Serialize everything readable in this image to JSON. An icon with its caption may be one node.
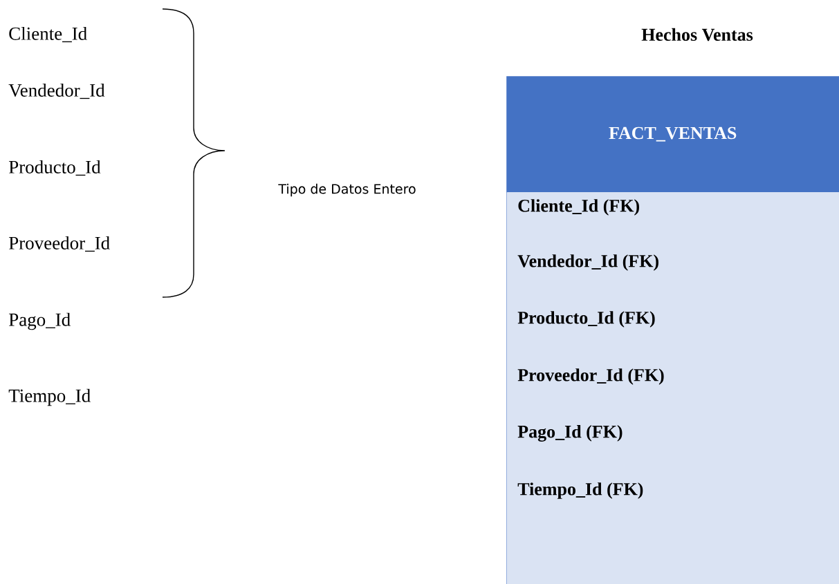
{
  "diagram": {
    "title": "Hechos Ventas",
    "nodes": [
      {
        "text": [
          "FACT_VENTAS"
        ]
      },
      {
        "text": [
          "Cliente_Id (FK)",
          "Vendedor_Id (FK)",
          "Producto_Id (FK)",
          "Proveedor_Id (FK)",
          "Pago_Id (FK)",
          "Tiempo_Id (FK)"
        ]
      }
    ],
    "labels": [
      "Cliente_Id",
      "Vendedor_Id",
      "Producto_Id",
      "Proveedor_Id",
      "Pago_Id",
      "Tiempo_Id",
      "Tipo de Datos Entero"
    ]
  }
}
